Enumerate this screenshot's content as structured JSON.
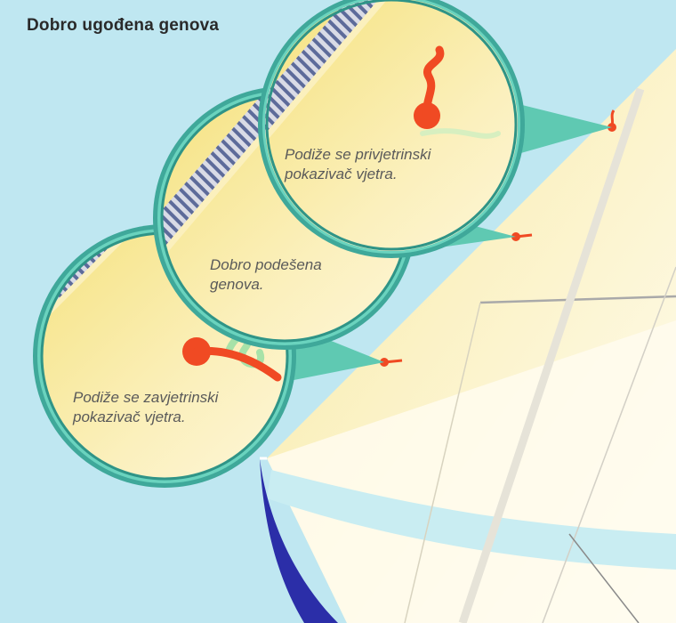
{
  "title": "Dobro ugođena genova",
  "callouts": [
    {
      "line1": "Podiže se privjetrinski",
      "line2": "pokazivač vjetra."
    },
    {
      "line1": "Dobro podešena",
      "line2": "genova."
    },
    {
      "line1": "Podiže se zavjetrinski",
      "line2": "pokazivač vjetra."
    }
  ],
  "colors": {
    "sky": "#bfe7f1",
    "sail": "#fbf3c4",
    "lens_ring": "#5fc9b2",
    "telltale": "#f04a23",
    "telltale_lee": "#a7e2a8",
    "hull_blue": "#2b2ea8"
  }
}
